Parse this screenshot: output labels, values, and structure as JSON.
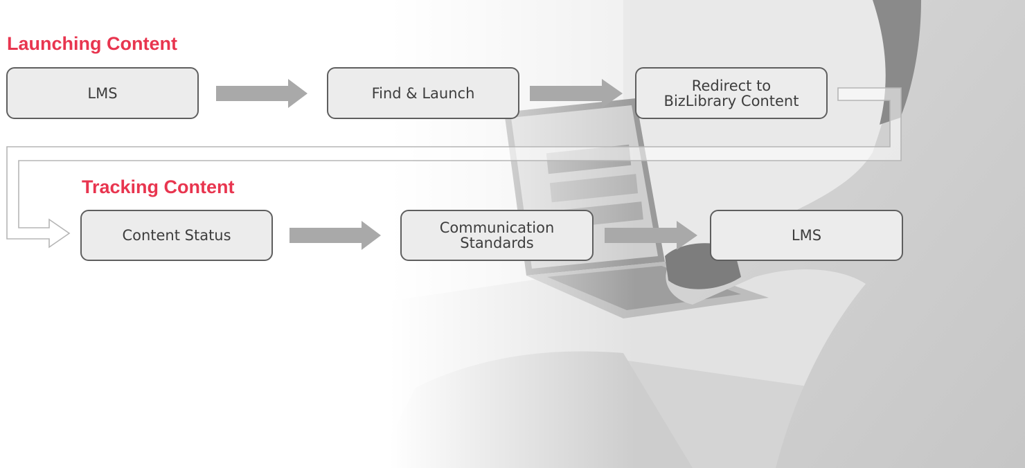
{
  "sections": {
    "launching": {
      "title": "Launching Content",
      "steps": [
        "LMS",
        "Find & Launch",
        "Redirect to\nBizLibrary Content"
      ]
    },
    "tracking": {
      "title": "Tracking Content",
      "steps": [
        "Content Status",
        "Communication\nStandards",
        "LMS"
      ]
    }
  },
  "colors": {
    "heading": "#e8354f",
    "node_fill": "#ececec",
    "node_border": "#5e5e5e",
    "arrow": "#a9a9a9",
    "connector": "#b5b5b5"
  }
}
